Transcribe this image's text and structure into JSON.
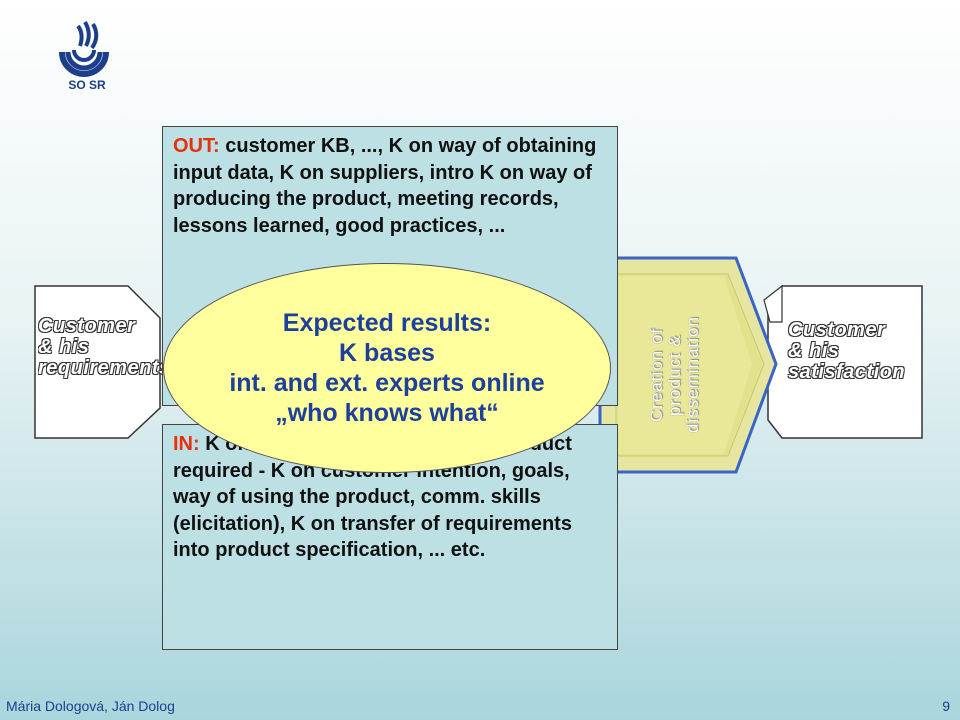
{
  "header": {
    "org": "SO SR"
  },
  "footer": {
    "authors": "Mária Dologová, Ján Dolog",
    "page": "9"
  },
  "diagram": {
    "customer_left": "Customer\n& his\nrequirements",
    "customer_right": "Customer\n& his\nsatisfaction",
    "process_label": "Creation of\nproduct &\ndissemination",
    "out_box": {
      "tag": "OUT:",
      "text": " customer KB, ..., K on way of obtaining input data, K on suppliers, intro K on way of producing the product, meeting records, lessons learned, good practices, ..."
    },
    "in_box": {
      "tag": "IN:",
      "text": " K on customer needs, ..., K on product required - K on customer intention, goals, way of using the product, comm. skills (elicitation), K on transfer of requirements into product specification, ... etc."
    },
    "ellipse": {
      "line1": "Expected results:",
      "line2": "K bases",
      "line3": "int. and ext. experts online",
      "line4": "„who knows what“"
    }
  },
  "colors": {
    "accent_tag": "#e8300a",
    "ellipse_fill": "#ffff9d",
    "ellipse_text": "#1d3f9e",
    "box_fill": "#bde0e4",
    "process_fill": "#e2e28e",
    "process_border": "#3a64c8"
  }
}
